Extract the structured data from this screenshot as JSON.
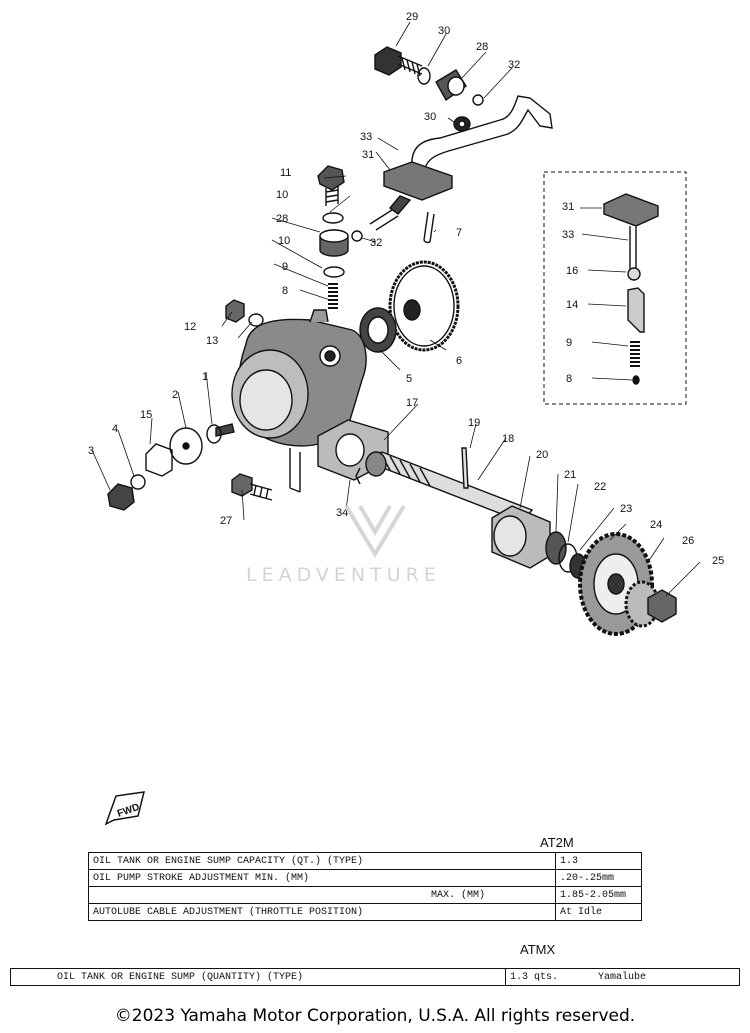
{
  "parts_callouts": [
    "1",
    "2",
    "3",
    "4",
    "5",
    "6",
    "7",
    "8",
    "9",
    "10",
    "11",
    "12",
    "13",
    "14",
    "15",
    "16",
    "17",
    "18",
    "19",
    "20",
    "21",
    "22",
    "23",
    "24",
    "25",
    "26",
    "27",
    "28",
    "29",
    "30",
    "31",
    "32",
    "33",
    "34"
  ],
  "inset_callouts": [
    "31",
    "33",
    "16",
    "14",
    "9",
    "8"
  ],
  "watermark": "LEADVENTURE",
  "fwd_label": "FWD",
  "table_at2m": {
    "model": "AT2M",
    "rows": [
      {
        "label": "OIL TANK OR ENGINE SUMP CAPACITY (QT.) (TYPE)",
        "value": "1.3"
      },
      {
        "label": "OIL PUMP STROKE ADJUSTMENT MIN. (MM)",
        "value": ".20-.25mm"
      },
      {
        "label": "MAX. (MM)",
        "value": "1.85-2.05mm"
      },
      {
        "label": "AUTOLUBE CABLE ADJUSTMENT (THROTTLE POSITION)",
        "value": "At Idle"
      }
    ]
  },
  "table_atmx": {
    "model": "ATMX",
    "label": "OIL TANK OR ENGINE SUMP (QUANTITY) (TYPE)",
    "value_qty": "1.3 qts.",
    "value_type": "Yamalube"
  },
  "copyright": "©2023 Yamaha Motor Corporation, U.S.A. All rights reserved."
}
